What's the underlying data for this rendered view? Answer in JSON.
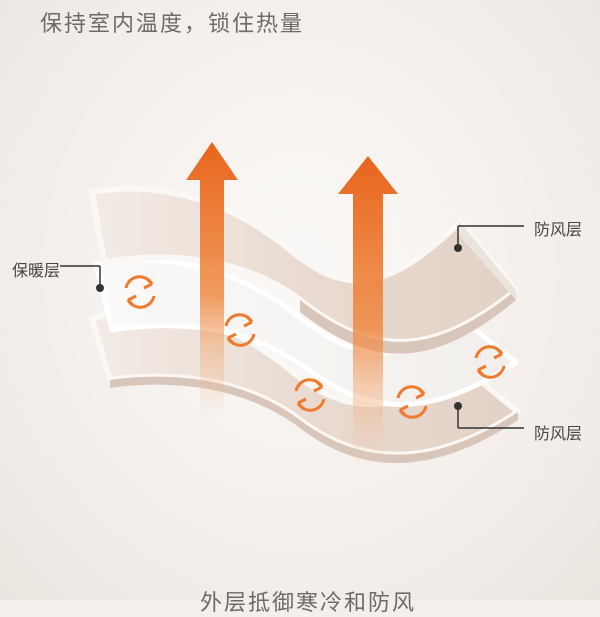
{
  "headline": "保持室内温度，锁住热量",
  "footer_caption": "外层抵御寒冷和防风",
  "labels": {
    "warm_layer": "保暖层",
    "windproof_top": "防风层",
    "windproof_bottom": "防风层"
  },
  "colors": {
    "arrow_orange": "#e8641a",
    "layer_outer": "#e6d6cc",
    "layer_edge": "#faf7f4",
    "warm_layer": "#f7f5f3",
    "cycle_icon": "#f07a2e",
    "pointer": "#333333"
  },
  "icons": [
    "heat-up-arrow",
    "heat-up-arrow",
    "circulation-icon",
    "circulation-icon",
    "circulation-icon",
    "circulation-icon",
    "circulation-icon"
  ]
}
